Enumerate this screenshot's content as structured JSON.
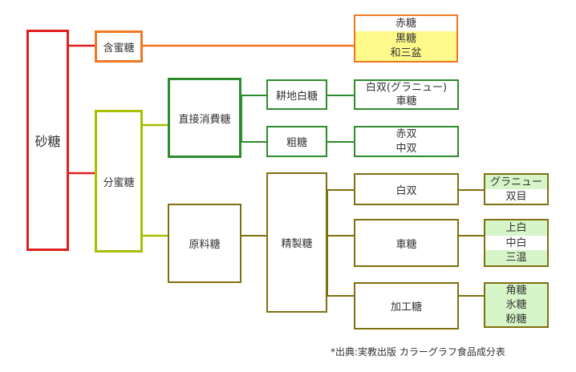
{
  "nodes": {
    "sato": "砂糖",
    "ganmitsu": "含蜜糖",
    "bunmitsu": "分蜜糖",
    "chokusetsu": "直接消費糖",
    "genryo": "原料糖",
    "kochi": "耕地白糖",
    "sotou": "粗糖",
    "seisei": "精製糖",
    "shirozara": "白双",
    "kuruma": "車糖",
    "kako": "加工糖"
  },
  "lists": {
    "ganmitsu_items": [
      "赤糖",
      "黒糖",
      "和三盆"
    ],
    "kochi_items": [
      "白双(グラニュー)",
      "車糖"
    ],
    "sotou_items": [
      "赤双",
      "中双"
    ],
    "shirozara_items": [
      "グラニュー",
      "双目"
    ],
    "kuruma_items": [
      "上白",
      "中白",
      "三温"
    ],
    "kako_items": [
      "角糖",
      "氷糖",
      "粉糖"
    ]
  },
  "source": "*出典:実教出版 カラーグラフ食品成分表",
  "colors": {
    "red": "#e02020",
    "orange": "#f07820",
    "lime": "#a8c000",
    "green": "#2e8b2e",
    "olive": "#807010",
    "yellow_fill": "#fff88a",
    "green_fill": "#d6f5c8"
  }
}
